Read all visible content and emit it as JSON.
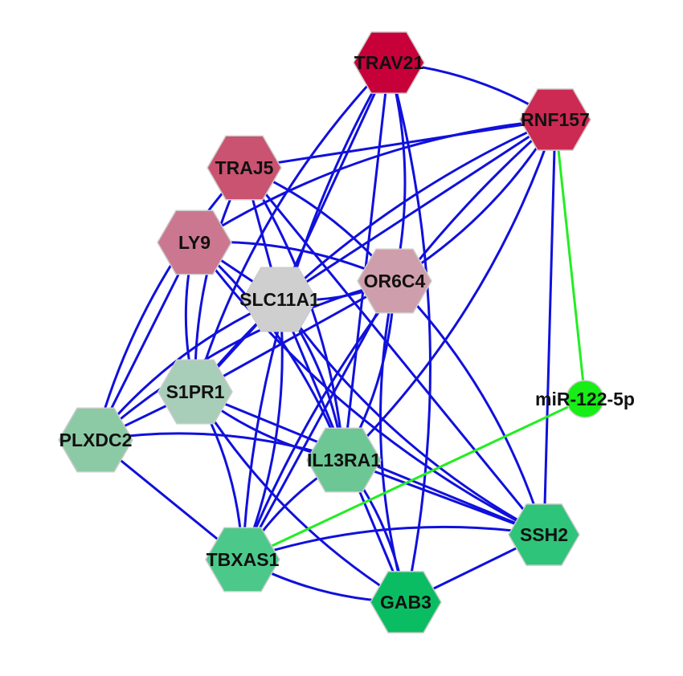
{
  "network": {
    "colors": {
      "gene_gene_edge": "#1010dd",
      "mirna_edge": "#22ee22",
      "node_border": "#cccccc"
    },
    "nodes": [
      {
        "id": "TRAV21",
        "label": "TRAV21",
        "shape": "hexagon",
        "color": "#c8003a"
      },
      {
        "id": "RNF157",
        "label": "RNF157",
        "shape": "hexagon",
        "color": "#cc2a52"
      },
      {
        "id": "TRAJ5",
        "label": "TRAJ5",
        "shape": "hexagon",
        "color": "#c95370"
      },
      {
        "id": "LY9",
        "label": "LY9",
        "shape": "hexagon",
        "color": "#cc7790"
      },
      {
        "id": "OR6C4",
        "label": "OR6C4",
        "shape": "hexagon",
        "color": "#cf9eac"
      },
      {
        "id": "SLC11A1",
        "label": "SLC11A1",
        "shape": "hexagon",
        "color": "#cfcfcf"
      },
      {
        "id": "S1PR1",
        "label": "S1PR1",
        "shape": "hexagon",
        "color": "#a8cdb9"
      },
      {
        "id": "PLXDC2",
        "label": "PLXDC2",
        "shape": "hexagon",
        "color": "#8ccaa6"
      },
      {
        "id": "IL13RA1",
        "label": "IL13RA1",
        "shape": "hexagon",
        "color": "#6cc795"
      },
      {
        "id": "TBXAS1",
        "label": "TBXAS1",
        "shape": "hexagon",
        "color": "#4cc98a"
      },
      {
        "id": "SSH2",
        "label": "SSH2",
        "shape": "hexagon",
        "color": "#2ec47a"
      },
      {
        "id": "GAB3",
        "label": "GAB3",
        "shape": "hexagon",
        "color": "#0bbd62"
      },
      {
        "id": "miR-122-5p",
        "label": "miR-122-5p",
        "shape": "circle",
        "color": "#16ee16"
      }
    ],
    "edges": [
      {
        "source": "TRAV21",
        "target": "RNF157",
        "type": "gene"
      },
      {
        "source": "TRAV21",
        "target": "SLC11A1",
        "type": "gene"
      },
      {
        "source": "TRAV21",
        "target": "S1PR1",
        "type": "gene"
      },
      {
        "source": "TRAV21",
        "target": "OR6C4",
        "type": "gene"
      },
      {
        "source": "TRAV21",
        "target": "IL13RA1",
        "type": "gene"
      },
      {
        "source": "TRAV21",
        "target": "TBXAS1",
        "type": "gene"
      },
      {
        "source": "TRAV21",
        "target": "GAB3",
        "type": "gene"
      },
      {
        "source": "RNF157",
        "target": "TRAJ5",
        "type": "gene"
      },
      {
        "source": "RNF157",
        "target": "LY9",
        "type": "gene"
      },
      {
        "source": "RNF157",
        "target": "OR6C4",
        "type": "gene"
      },
      {
        "source": "RNF157",
        "target": "SLC11A1",
        "type": "gene"
      },
      {
        "source": "RNF157",
        "target": "S1PR1",
        "type": "gene"
      },
      {
        "source": "RNF157",
        "target": "IL13RA1",
        "type": "gene"
      },
      {
        "source": "RNF157",
        "target": "SSH2",
        "type": "gene"
      },
      {
        "source": "RNF157",
        "target": "TBXAS1",
        "type": "gene"
      },
      {
        "source": "TRAJ5",
        "target": "OR6C4",
        "type": "gene"
      },
      {
        "source": "TRAJ5",
        "target": "SLC11A1",
        "type": "gene"
      },
      {
        "source": "TRAJ5",
        "target": "S1PR1",
        "type": "gene"
      },
      {
        "source": "TRAJ5",
        "target": "IL13RA1",
        "type": "gene"
      },
      {
        "source": "TRAJ5",
        "target": "SSH2",
        "type": "gene"
      },
      {
        "source": "TRAJ5",
        "target": "PLXDC2",
        "type": "gene"
      },
      {
        "source": "LY9",
        "target": "OR6C4",
        "type": "gene"
      },
      {
        "source": "LY9",
        "target": "SLC11A1",
        "type": "gene"
      },
      {
        "source": "LY9",
        "target": "S1PR1",
        "type": "gene"
      },
      {
        "source": "LY9",
        "target": "IL13RA1",
        "type": "gene"
      },
      {
        "source": "LY9",
        "target": "PLXDC2",
        "type": "gene"
      },
      {
        "source": "LY9",
        "target": "SSH2",
        "type": "gene"
      },
      {
        "source": "OR6C4",
        "target": "SLC11A1",
        "type": "gene"
      },
      {
        "source": "OR6C4",
        "target": "S1PR1",
        "type": "gene"
      },
      {
        "source": "OR6C4",
        "target": "PLXDC2",
        "type": "gene"
      },
      {
        "source": "OR6C4",
        "target": "IL13RA1",
        "type": "gene"
      },
      {
        "source": "OR6C4",
        "target": "TBXAS1",
        "type": "gene"
      },
      {
        "source": "OR6C4",
        "target": "GAB3",
        "type": "gene"
      },
      {
        "source": "OR6C4",
        "target": "SSH2",
        "type": "gene"
      },
      {
        "source": "SLC11A1",
        "target": "S1PR1",
        "type": "gene"
      },
      {
        "source": "SLC11A1",
        "target": "PLXDC2",
        "type": "gene"
      },
      {
        "source": "SLC11A1",
        "target": "IL13RA1",
        "type": "gene"
      },
      {
        "source": "SLC11A1",
        "target": "GAB3",
        "type": "gene"
      },
      {
        "source": "SLC11A1",
        "target": "SSH2",
        "type": "gene"
      },
      {
        "source": "SLC11A1",
        "target": "TBXAS1",
        "type": "gene"
      },
      {
        "source": "S1PR1",
        "target": "PLXDC2",
        "type": "gene"
      },
      {
        "source": "S1PR1",
        "target": "IL13RA1",
        "type": "gene"
      },
      {
        "source": "S1PR1",
        "target": "TBXAS1",
        "type": "gene"
      },
      {
        "source": "S1PR1",
        "target": "SSH2",
        "type": "gene"
      },
      {
        "source": "S1PR1",
        "target": "GAB3",
        "type": "gene"
      },
      {
        "source": "PLXDC2",
        "target": "IL13RA1",
        "type": "gene"
      },
      {
        "source": "PLXDC2",
        "target": "TBXAS1",
        "type": "gene"
      },
      {
        "source": "IL13RA1",
        "target": "TBXAS1",
        "type": "gene"
      },
      {
        "source": "IL13RA1",
        "target": "GAB3",
        "type": "gene"
      },
      {
        "source": "IL13RA1",
        "target": "SSH2",
        "type": "gene"
      },
      {
        "source": "TBXAS1",
        "target": "GAB3",
        "type": "gene"
      },
      {
        "source": "TBXAS1",
        "target": "SSH2",
        "type": "gene"
      },
      {
        "source": "GAB3",
        "target": "SSH2",
        "type": "gene"
      },
      {
        "source": "RNF157",
        "target": "miR-122-5p",
        "type": "mirna"
      },
      {
        "source": "TBXAS1",
        "target": "miR-122-5p",
        "type": "mirna"
      }
    ]
  }
}
